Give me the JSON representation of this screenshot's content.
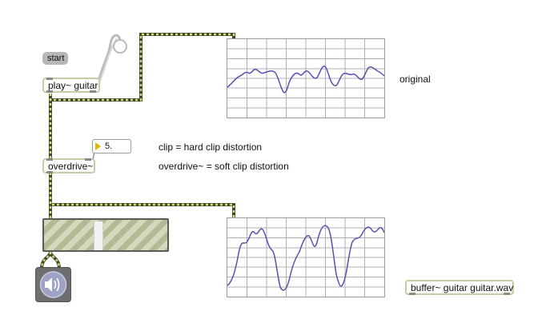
{
  "objects": {
    "start_message": "start",
    "play_object": "play~ guitar",
    "overdrive_object": "overdrive~",
    "number_value": "5.",
    "buffer_object": "buffer~ guitar guitar.wav"
  },
  "comments": {
    "original": "original",
    "clip": "clip = hard clip distortion",
    "overdrive": "overdrive~ = soft clip distortion"
  },
  "colors": {
    "cable_signal": "#c0c56a",
    "cable_dark": "#3c4a2a",
    "waveform": "#5b4fb0",
    "grid": "#a9b3b3",
    "gain_stripe_light": "#d3d9bd",
    "gain_stripe_dark": "#b3ba93",
    "number_arrow": "#e8b400"
  },
  "icons": {
    "dac": "speaker-icon",
    "toggle": "toggle-circle-icon",
    "number_arrow": "triangle-right-icon"
  }
}
